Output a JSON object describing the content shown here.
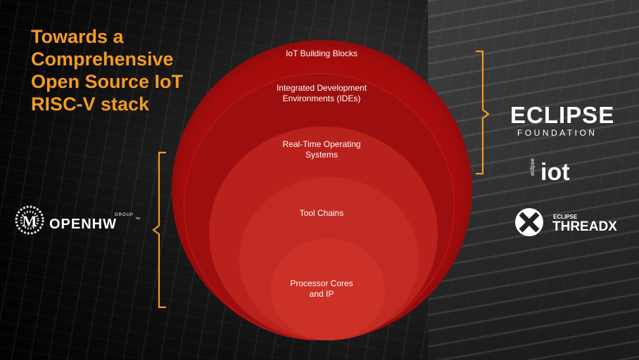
{
  "slide": {
    "title": "Towards a\nComprehensive\nOpen Source IoT\nRISC-V stack",
    "layers": [
      {
        "label": "IoT Building Blocks"
      },
      {
        "label": "Integrated Development\nEnvironments (IDEs)"
      },
      {
        "label": "Real-Time Operating\nSystems"
      },
      {
        "label": "Tool Chains"
      },
      {
        "label": "Processor Cores\nand IP"
      }
    ],
    "logos": {
      "openhw": {
        "name": "OPENHW",
        "sub": "GROUP",
        "tm": "™"
      },
      "eclipse_foundation": {
        "name": "ECLIPSE",
        "sub": "FOUNDATION"
      },
      "eclipse_iot": {
        "prefix": "eclipse",
        "name": "iot"
      },
      "threadx": {
        "prefix": "ECLIPSE",
        "name": "THREADX"
      }
    },
    "colors": {
      "accent": "#f39a24",
      "outer_circle": "#a80d0d",
      "inner_circle": "#cc3127"
    }
  }
}
